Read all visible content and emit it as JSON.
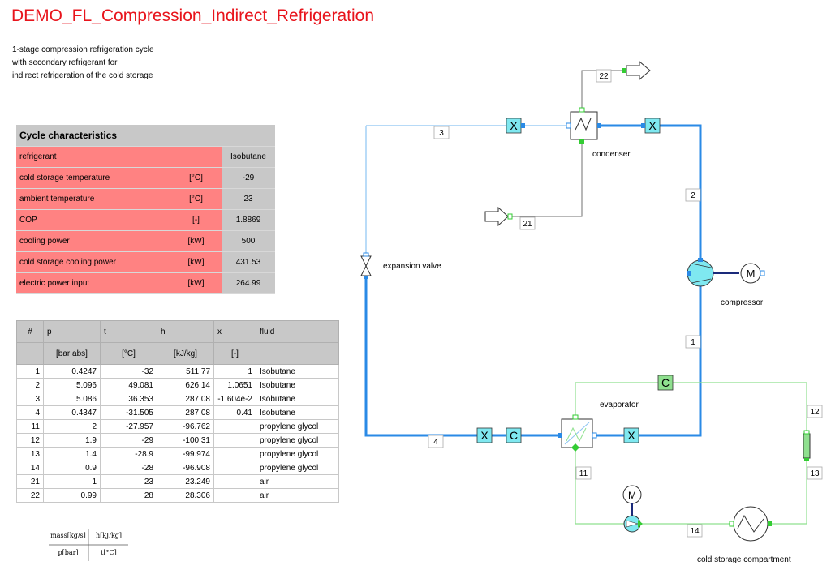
{
  "title": "DEMO_FL_Compression_Indirect_Refrigeration",
  "description": [
    "1-stage compression refrigeration cycle",
    "with secondary refrigerant for",
    "indirect refrigeration of the cold storage"
  ],
  "cycle_characteristics": {
    "header": "Cycle characteristics",
    "rows": [
      {
        "name": "refrigerant",
        "unit": "",
        "value": "Isobutane"
      },
      {
        "name": "cold storage temperature",
        "unit": "[°C]",
        "value": "-29"
      },
      {
        "name": "ambient temperature",
        "unit": "[°C]",
        "value": "23"
      },
      {
        "name": "COP",
        "unit": "[-]",
        "value": "1.8869"
      },
      {
        "name": "cooling power",
        "unit": "[kW]",
        "value": "500"
      },
      {
        "name": "cold storage cooling power",
        "unit": "[kW]",
        "value": "431.53"
      },
      {
        "name": "electric power input",
        "unit": "[kW]",
        "value": "264.99"
      }
    ]
  },
  "state_table": {
    "headers": [
      "#",
      "p",
      "t",
      "h",
      "x",
      "fluid"
    ],
    "units": [
      "",
      "[bar abs]",
      "[°C]",
      "[kJ/kg]",
      "[-]",
      ""
    ],
    "rows": [
      [
        "1",
        "0.4247",
        "-32",
        "511.77",
        "1",
        "Isobutane"
      ],
      [
        "2",
        "5.096",
        "49.081",
        "626.14",
        "1.0651",
        "Isobutane"
      ],
      [
        "3",
        "5.086",
        "36.353",
        "287.08",
        "-1.604e-2",
        "Isobutane"
      ],
      [
        "4",
        "0.4347",
        "-31.505",
        "287.08",
        "0.41",
        "Isobutane"
      ],
      [
        "11",
        "2",
        "-27.957",
        "-96.762",
        "",
        "propylene glycol"
      ],
      [
        "12",
        "1.9",
        "-29",
        "-100.31",
        "",
        "propylene glycol"
      ],
      [
        "13",
        "1.4",
        "-28.9",
        "-99.974",
        "",
        "propylene glycol"
      ],
      [
        "14",
        "0.9",
        "-28",
        "-96.908",
        "",
        "propylene glycol"
      ],
      [
        "21",
        "1",
        "23",
        "23.249",
        "",
        "air"
      ],
      [
        "22",
        "0.99",
        "28",
        "28.306",
        "",
        "air"
      ]
    ]
  },
  "legend": {
    "top_left": "mass[kg/s]",
    "top_right": "h[kJ/kg]",
    "bottom_left": "p[bar]",
    "bottom_right": "t[°C]"
  },
  "diagram": {
    "components": {
      "condenser": "condenser",
      "compressor": "compressor",
      "expansion_valve": "expansion valve",
      "evaporator": "evaporator",
      "cold_storage": "cold storage compartment"
    },
    "stream_labels": [
      "22",
      "3",
      "2",
      "21",
      "1",
      "4",
      "12",
      "11",
      "13",
      "14"
    ],
    "colors": {
      "refrigerant_line": "#2a8ae6",
      "refrigerant_thin": "#8cc4f2",
      "glycol_line": "#8fe08f",
      "air_line": "#707070",
      "title": "#e8141c",
      "table_red": "#ff8282",
      "table_grey": "#c8c8c8",
      "component_fill": "#7fe8f0"
    }
  }
}
